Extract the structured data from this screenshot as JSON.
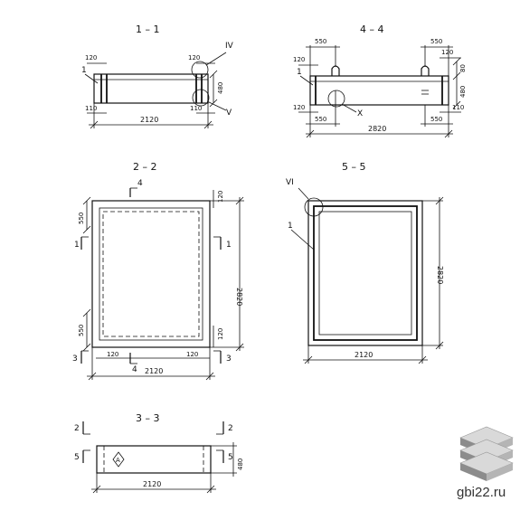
{
  "sections": {
    "s11": {
      "title": "1 – 1",
      "d120a": "120",
      "d120b": "120",
      "d110a": "110",
      "d110b": "110",
      "d480": "480",
      "width": "2120",
      "mark1": "1",
      "callout_iv": "IV",
      "callout_v": "V"
    },
    "s44": {
      "title": "4 – 4",
      "d550a": "550",
      "d550b": "550",
      "d550c": "550",
      "d550d": "550",
      "d120a": "120",
      "d120b": "120",
      "d120c": "120",
      "d110": "110",
      "d80": "80",
      "d480": "480",
      "width": "2820",
      "mark1": "1",
      "callout_x": "X"
    },
    "s22": {
      "title": "2 – 2",
      "cut4top": "4",
      "cut4bot": "4",
      "cut1": "1",
      "cut1r": "1",
      "cut3": "3",
      "cut3r": "3",
      "d550a": "550",
      "d550b": "550",
      "d120a": "120",
      "d120b": "120",
      "d120c": "120",
      "d120d": "120",
      "height": "2820",
      "width": "2120"
    },
    "s55": {
      "title": "5 – 5",
      "callout_vi": "VI",
      "mark1": "1",
      "height": "2820",
      "width": "2120"
    },
    "s33": {
      "title": "3 – 3",
      "cut2": "2",
      "cut2r": "2",
      "cut5": "5",
      "cut5r": "5",
      "mark_a": "A",
      "d480": "480",
      "width": "2120"
    }
  },
  "watermark": {
    "text": "gbi22.ru"
  },
  "colors": {
    "ink": "#111111",
    "logo_light": "#d9d9d9",
    "logo_dark": "#8c8c8c"
  }
}
